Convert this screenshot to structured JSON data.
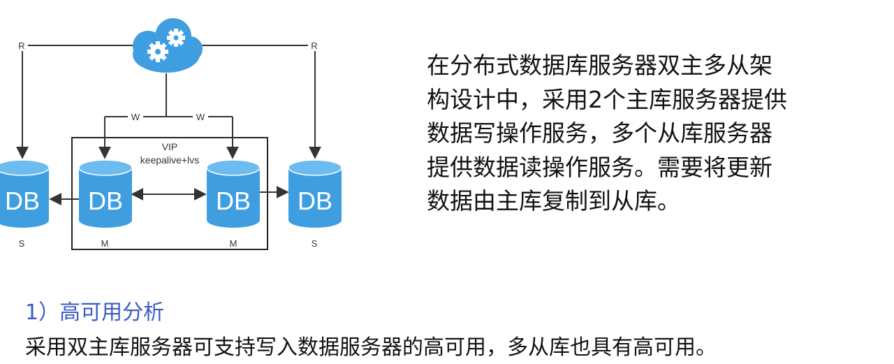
{
  "diagram": {
    "labels": {
      "read_left": "R",
      "read_right": "R",
      "write_left": "W",
      "write_right": "W",
      "vip_title": "VIP",
      "vip_subtitle": "keepalive+lvs"
    },
    "databases": [
      {
        "text": "DB",
        "role": "S"
      },
      {
        "text": "DB",
        "role": "M"
      },
      {
        "text": "DB",
        "role": "M"
      },
      {
        "text": "DB",
        "role": "S"
      }
    ],
    "colors": {
      "db_blue": "#3f9ee0",
      "db_top": "#6cbcf0",
      "cloud": "#3f9ee0",
      "line": "#333333"
    }
  },
  "description": {
    "lines": [
      "在分布式数据库服务器双主多从架",
      "构设计中，采用2个主库服务器提供",
      "数据写操作服务，多个从库服务器",
      "提供数据读操作服务。需要将更新",
      "数据由主库复制到从库。"
    ]
  },
  "section": {
    "heading": "1）高可用分析",
    "body": "采用双主库服务器可支持写入数据服务器的高可用，多从库也具有高可用。"
  }
}
